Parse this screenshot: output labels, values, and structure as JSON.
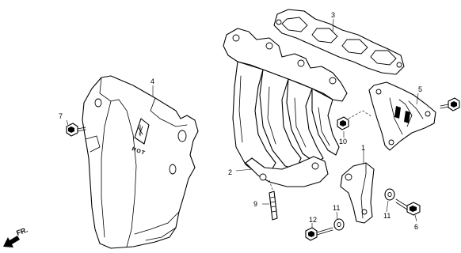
{
  "diagram": {
    "callouts": {
      "c1": "1",
      "c2": "2",
      "c3": "3",
      "c4": "4",
      "c5": "5",
      "c6": "6",
      "c7": "7",
      "c9": "9",
      "c10": "10",
      "c11a": "11",
      "c11b": "11",
      "c12": "12"
    },
    "direction_label": "FR.",
    "cover_logo_text": "HOT"
  }
}
